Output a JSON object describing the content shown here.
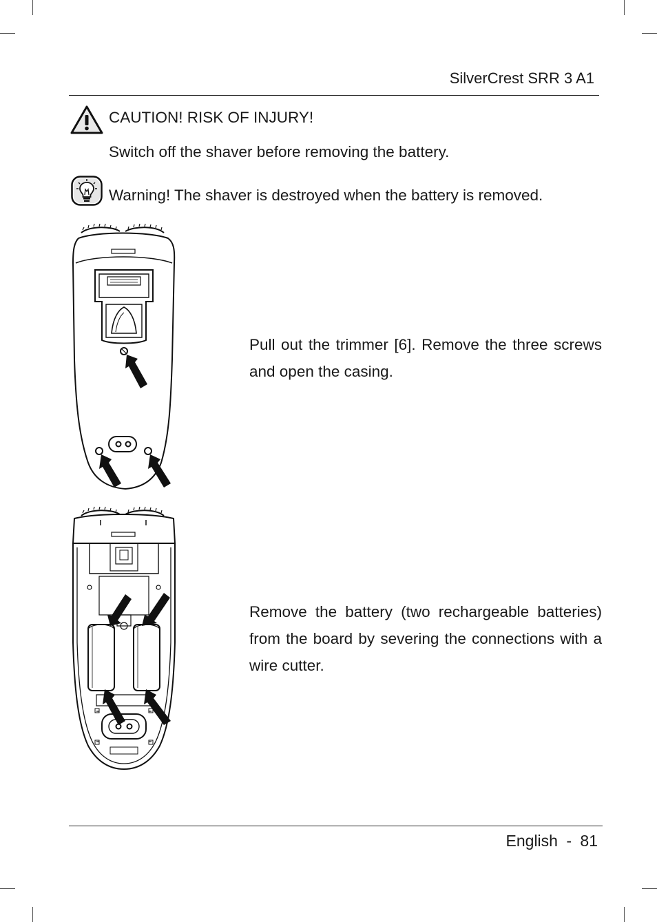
{
  "header": {
    "product": "SilverCrest SRR 3 A1"
  },
  "caution": {
    "title": "CAUTION! RISK OF INJURY!",
    "text": "Switch off the shaver before removing the battery."
  },
  "warning": {
    "text": "Warning! The shaver is destroyed when the battery is removed."
  },
  "steps": [
    {
      "text": "Pull out the trimmer [6]. Remove the three screws and open the casing."
    },
    {
      "text": "Remove the battery (two rechargeable batteries) from the board by severing the connections with a wire cutter."
    }
  ],
  "footer": {
    "language": "English",
    "separator": "-",
    "page": "81"
  },
  "icons": {
    "caution": "warning-triangle-icon",
    "warning": "light-bulb-icon"
  }
}
